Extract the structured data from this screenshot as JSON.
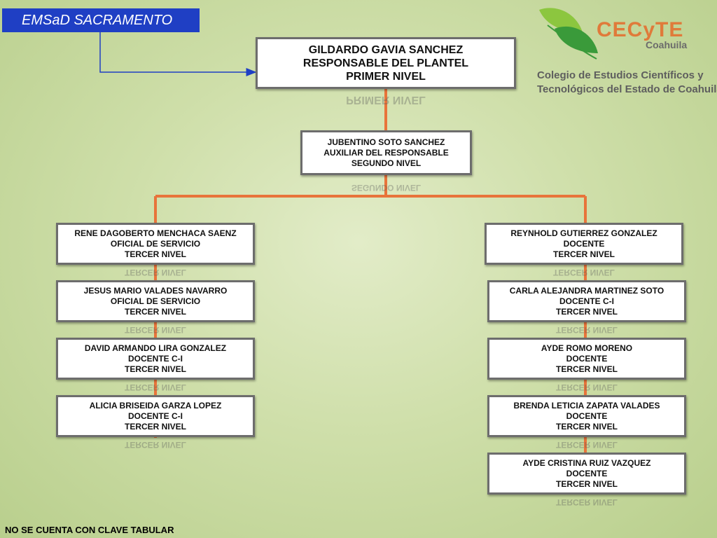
{
  "header": {
    "title": "EMSaD SACRAMENTO"
  },
  "logo": {
    "brand": "CECyTE",
    "state": "Coahuila",
    "line1": "Colegio de Estudios Científicos y",
    "line2": "Tecnológicos del Estado de Coahuila",
    "colors": {
      "brand": "#e07a3a",
      "leaf_light": "#8cc63f",
      "leaf_dark": "#3a9a3a"
    }
  },
  "level1": {
    "name": "GILDARDO GAVIA SANCHEZ",
    "role": "RESPONSABLE DEL PLANTEL",
    "level": "PRIMER NIVEL"
  },
  "level2": {
    "name": "JUBENTINO SOTO SANCHEZ",
    "role": "AUXILIAR DEL  RESPONSABLE",
    "level": "SEGUNDO NIVEL"
  },
  "left": [
    {
      "name": "RENE DAGOBERTO MENCHACA SAENZ",
      "role": "OFICIAL DE SERVICIO",
      "level": "TERCER NIVEL"
    },
    {
      "name": "JESUS MARIO  VALADES  NAVARRO",
      "role": "OFICIAL DE SERVICIO",
      "level": "TERCER NIVEL"
    },
    {
      "name": "DAVID ARMANDO LIRA GONZALEZ",
      "role": "DOCENTE C-I",
      "level": "TERCER NIVEL"
    },
    {
      "name": "ALICIA BRISEIDA GARZA LOPEZ",
      "role": "DOCENTE C-I",
      "level": "TERCER NIVEL"
    }
  ],
  "right": [
    {
      "name": "REYNHOLD GUTIERREZ GONZALEZ",
      "role": "DOCENTE",
      "level": "TERCER NIVEL"
    },
    {
      "name": "CARLA ALEJANDRA MARTINEZ SOTO",
      "role": "DOCENTE C-I",
      "level": "TERCER NIVEL"
    },
    {
      "name": "AYDE ROMO MORENO",
      "role": "DOCENTE",
      "level": "TERCER NIVEL"
    },
    {
      "name": "BRENDA LETICIA ZAPATA VALADES",
      "role": "DOCENTE",
      "level": "TERCER NIVEL"
    },
    {
      "name": "AYDE CRISTINA RUIZ VAZQUEZ",
      "role": "DOCENTE",
      "level": "TERCER NIVEL"
    }
  ],
  "footer": {
    "note": "NO SE CUENTA CON CLAVE TABULAR"
  },
  "colors": {
    "connector": "#e8743b",
    "title_bg": "#1f3fc4",
    "arrow": "#1f3fc4"
  }
}
